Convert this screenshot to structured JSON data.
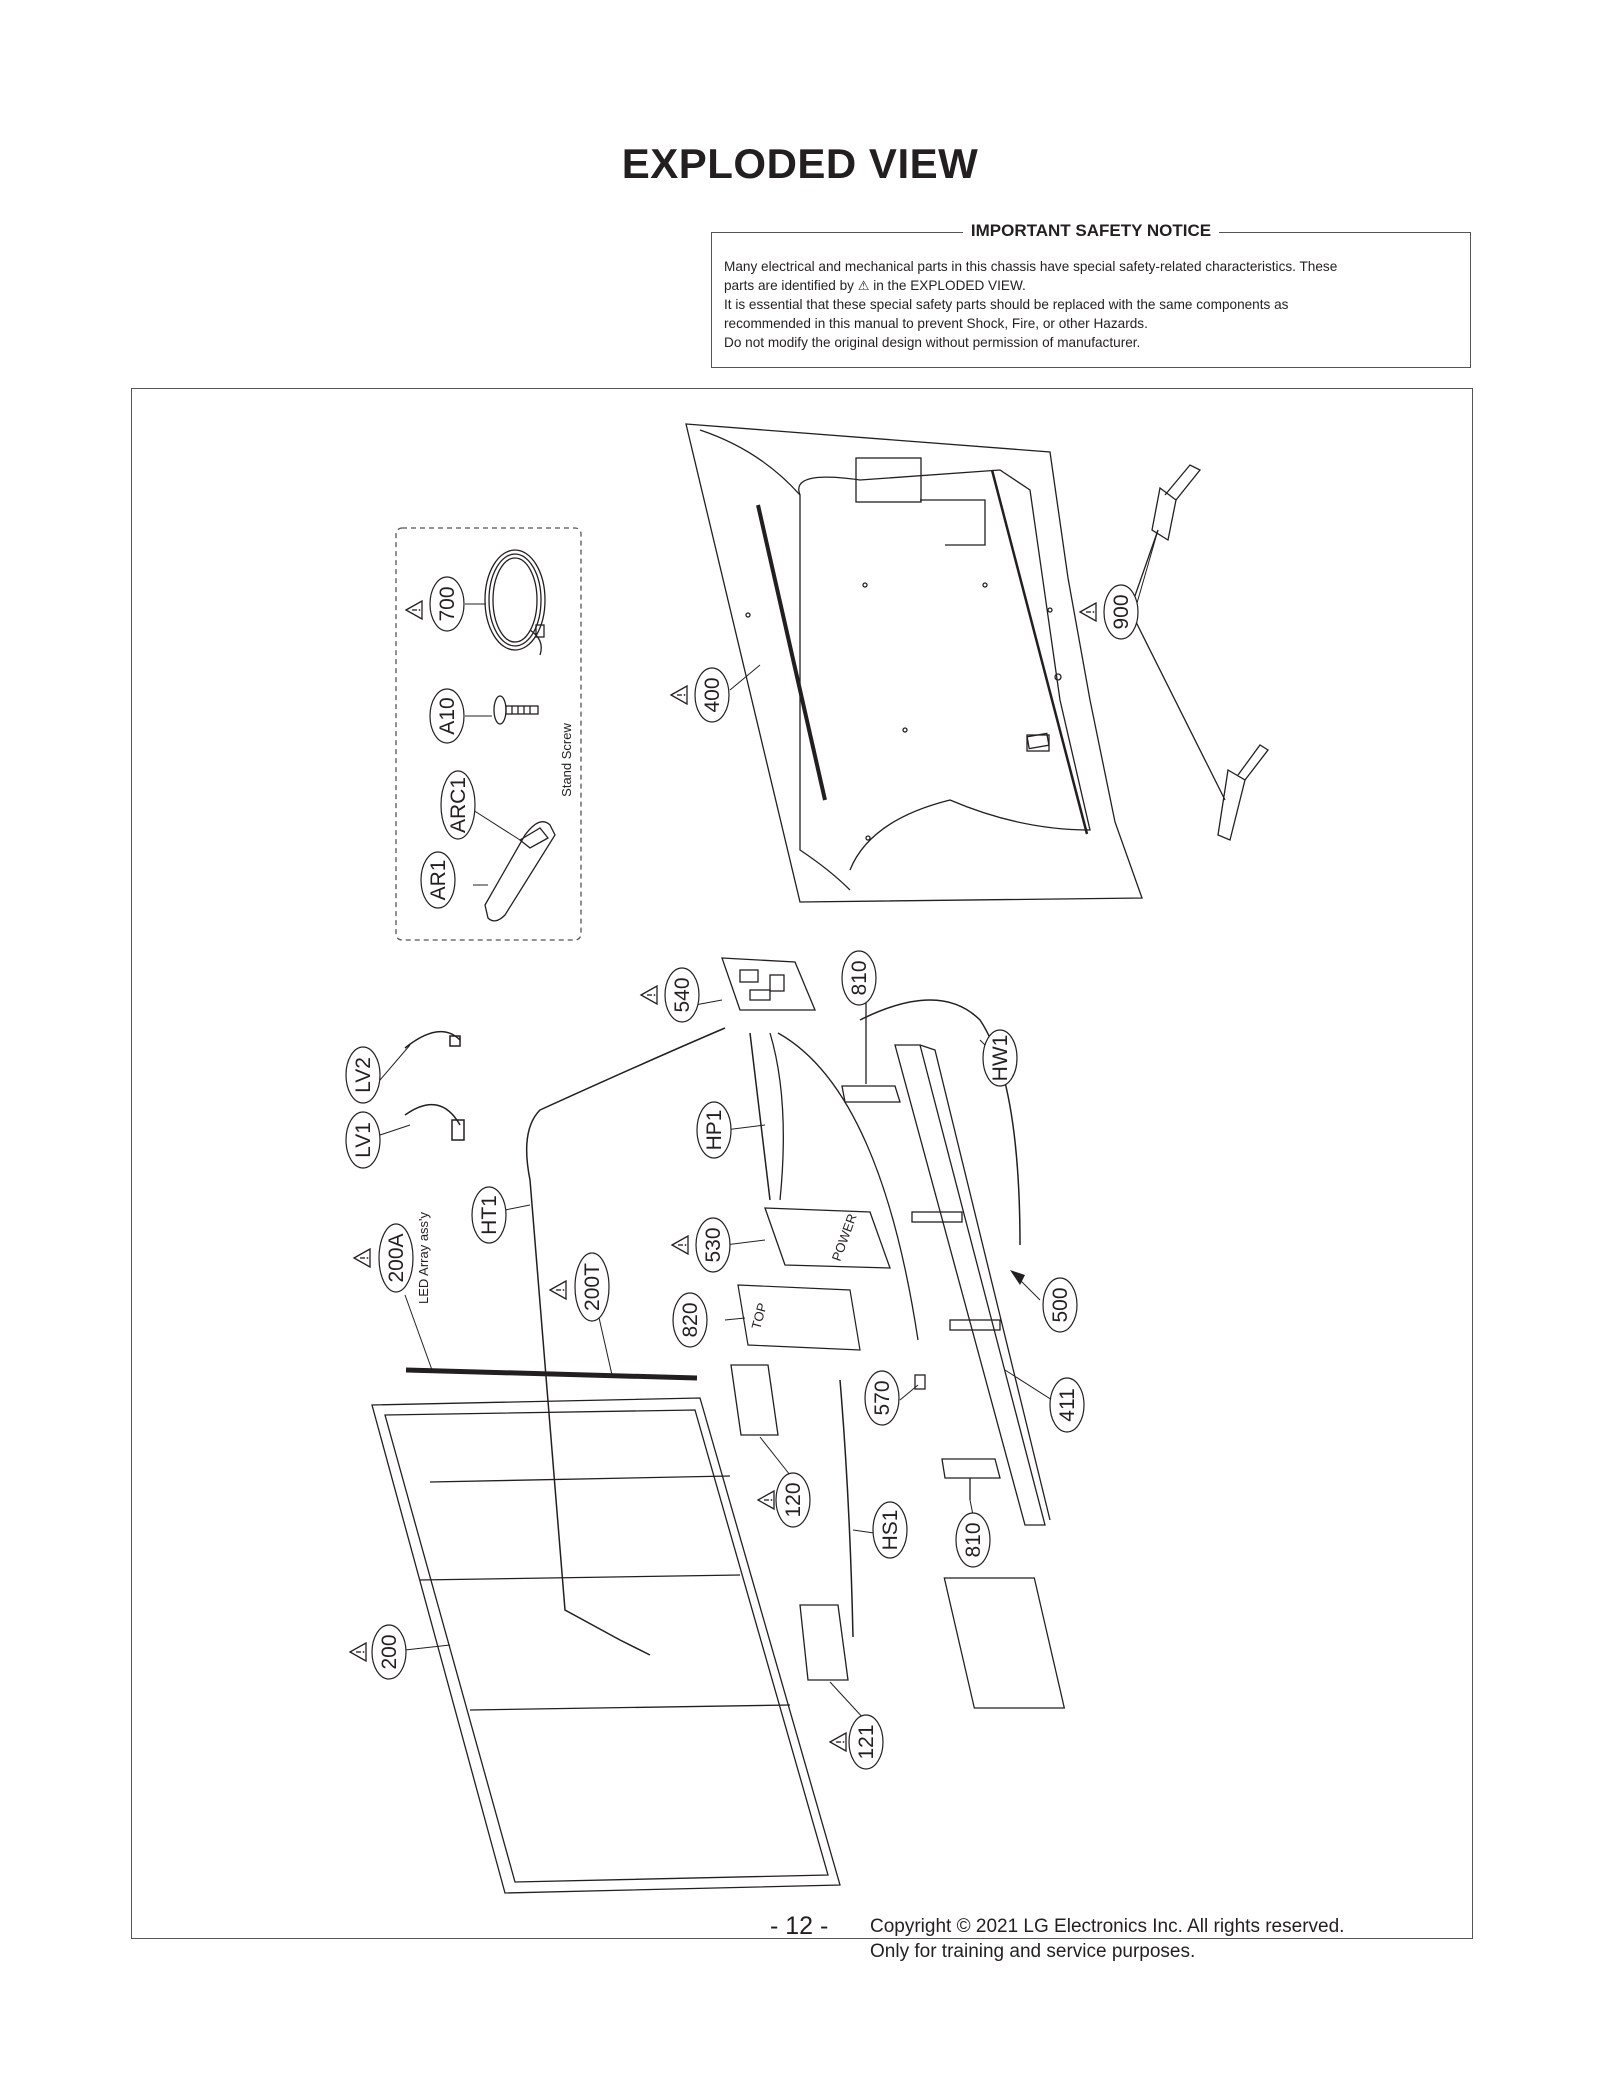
{
  "page": {
    "title": "EXPLODED VIEW",
    "page_number": "- 12 -",
    "copyright_line1": "Copyright © 2021 LG Electronics Inc. All rights reserved.",
    "copyright_line2": "Only for training and service purposes."
  },
  "notice": {
    "heading": "IMPORTANT SAFETY NOTICE",
    "line1": "Many electrical and mechanical parts in this chassis have special safety-related characteristics. These",
    "line2_a": "parts are identified by",
    "line2_b": "in the EXPLODED VIEW.",
    "line3": "It is essential that these special safety parts should be replaced with the same components as",
    "line4": "recommended in this manual to prevent Shock, Fire, or other Hazards.",
    "line5": "Do not modify the original design without permission of manufacturer."
  },
  "diagram": {
    "callouts": {
      "c700": "700",
      "cA10": "A10",
      "cARC1": "ARC1",
      "cAR1": "AR1",
      "c400": "400",
      "c900": "900",
      "c540": "540",
      "c810a": "810",
      "cHW1": "HW1",
      "cLV2": "LV2",
      "cLV1": "LV1",
      "cHP1": "HP1",
      "cHT1": "HT1",
      "c530": "530",
      "c200A": "200A",
      "c200T": "200T",
      "c820": "820",
      "c500": "500",
      "c570": "570",
      "c411": "411",
      "c120": "120",
      "cHS1": "HS1",
      "c810b": "810",
      "c200": "200",
      "c121": "121"
    },
    "labels": {
      "stand_screw": "Stand Screw",
      "led_array": "LED Array ass'y",
      "power": "POWER",
      "top": "TOP"
    }
  }
}
